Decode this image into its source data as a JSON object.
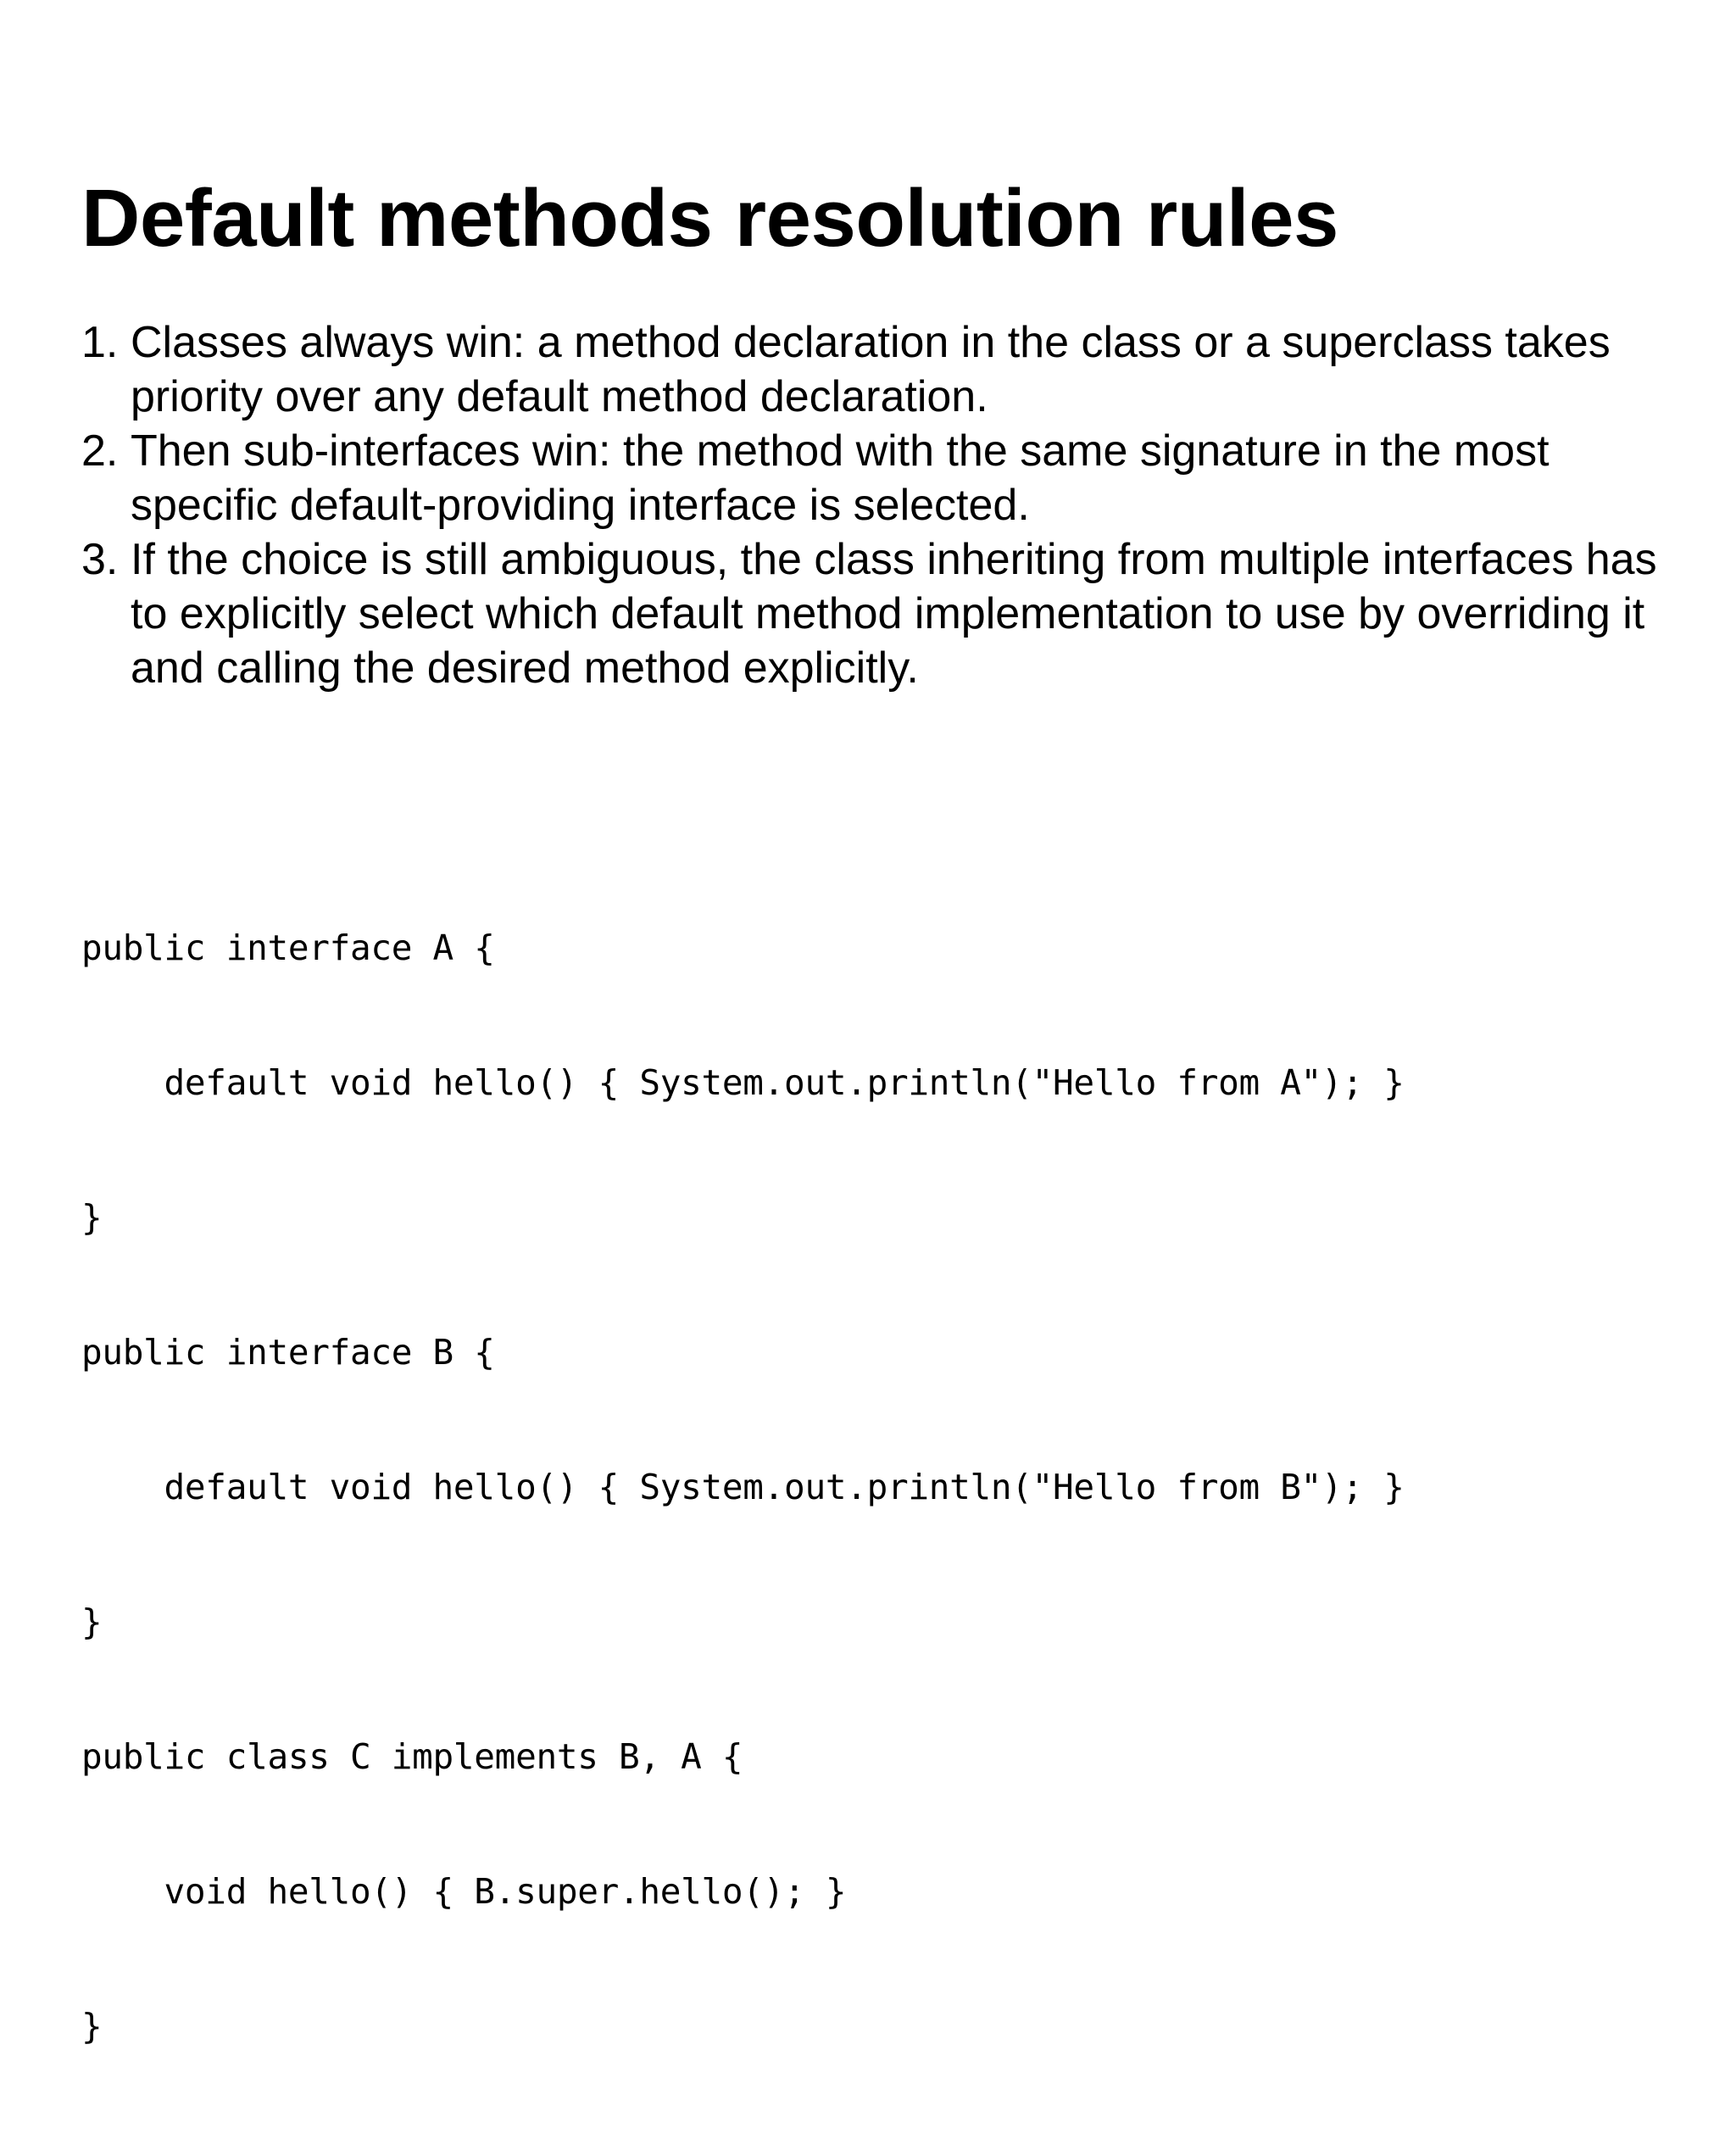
{
  "slide": {
    "title": "Default methods resolution rules",
    "background_color": "#ffffff",
    "text_color": "#000000",
    "list": [
      {
        "number": "1.",
        "text": "Classes always win: a method declaration in the class or a superclass takes priority over any default method declaration."
      },
      {
        "number": "2.",
        "text": "Then sub-interfaces win: the method with the same signature in the most specific default-providing interface is selected."
      },
      {
        "number": "3.",
        "text": "If the choice is still ambiguous, the class inheriting from multiple interfaces has to explicitly select which default method implementation to use by overriding it and calling the desired method explicitly."
      }
    ],
    "code": {
      "language": "java",
      "lines": [
        "public interface A {",
        "    default void hello() { System.out.println(\"Hello from A\"); }",
        "}",
        "public interface B {",
        "    default void hello() { System.out.println(\"Hello from B\"); }",
        "}",
        "public class C implements B, A {",
        "    void hello() { B.super.hello(); }",
        "}"
      ]
    }
  }
}
